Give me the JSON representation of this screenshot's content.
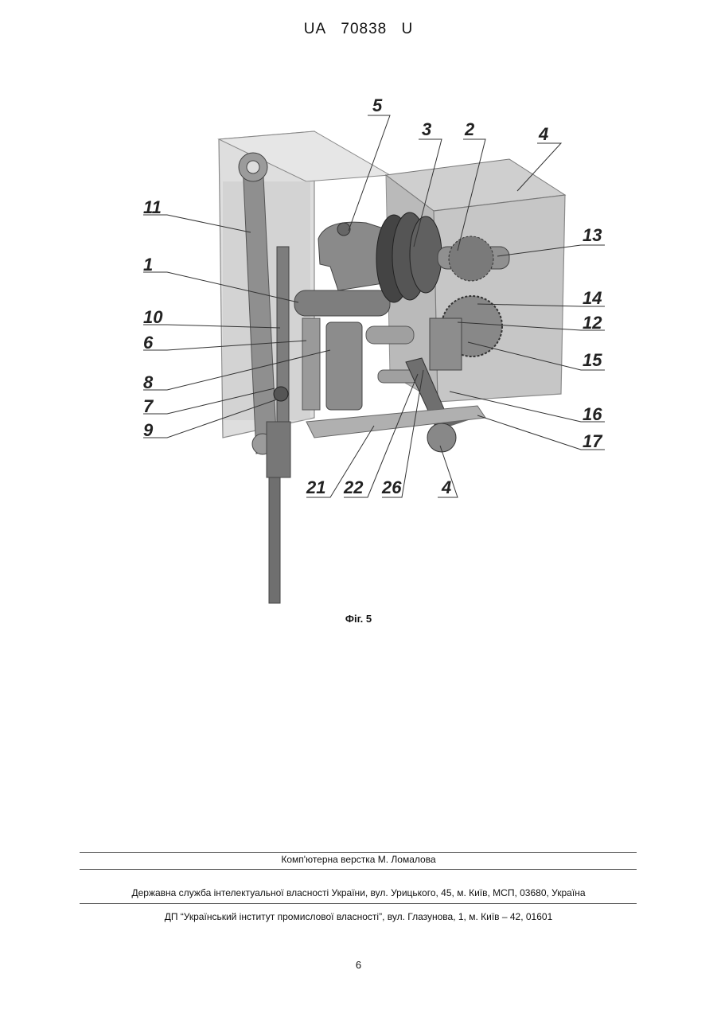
{
  "header": {
    "country": "UA",
    "number": "70838",
    "kind": "U"
  },
  "figure": {
    "caption": "Фіг. 5",
    "labels": {
      "l11": "11",
      "l1": "1",
      "l10": "10",
      "l6": "6",
      "l8": "8",
      "l7": "7",
      "l9": "9",
      "l5": "5",
      "l3": "3",
      "l2": "2",
      "l4top": "4",
      "l13": "13",
      "l14": "14",
      "l12": "12",
      "l15": "15",
      "l16": "16",
      "l17": "17",
      "l21": "21",
      "l22": "22",
      "l26": "26",
      "l4bot": "4"
    }
  },
  "footer": {
    "layout_credit": "Комп'ютерна верстка М. Ломалова",
    "agency": "Державна служба інтелектуальної власності України, вул. Урицького, 45, м. Київ, МСП, 03680, Україна",
    "institute": "ДП “Український інститут промислової власності”, вул. Глазунова, 1, м. Київ – 42, 01601"
  },
  "page_number": "6"
}
